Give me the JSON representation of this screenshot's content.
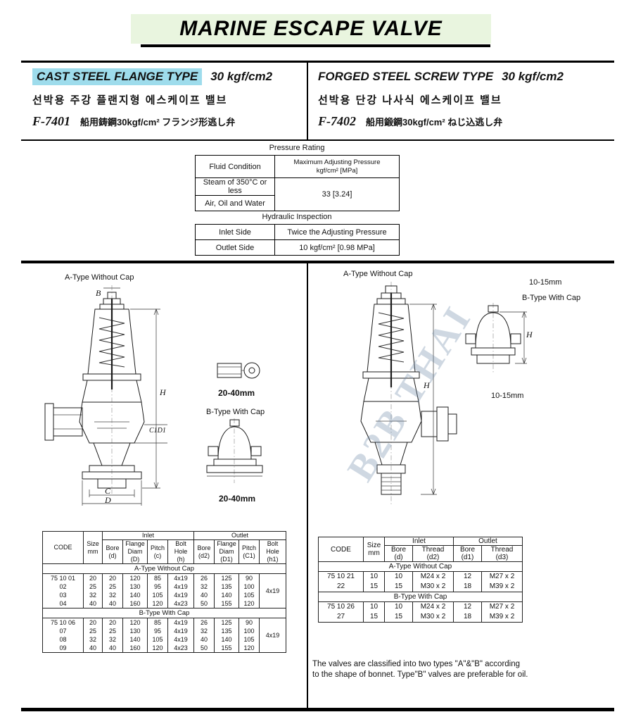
{
  "page": {
    "title": "MARINE ESCAPE VALVE",
    "watermark": "B2B THAI",
    "note_line1": "The valves are classified into two types \"A\"&\"B\" according",
    "note_line2": "to the shape of bonnet.  Type\"B\" valves are preferable for oil.",
    "colors": {
      "title_bg": "#e9f5df",
      "type_highlight": "#9edcec"
    }
  },
  "products": {
    "left": {
      "type_label": "CAST STEEL FLANGE TYPE",
      "pressure": "30 kgf/cm2",
      "korean": "선박용 주강 플랜지형 에스케이프 밸브",
      "model": "F-7401",
      "description": "船用鋳鋼30kgf/cm² フランジ形逃し弁"
    },
    "right": {
      "type_label": "FORGED STEEL SCREW TYPE",
      "pressure": "30 kgf/cm2",
      "korean": "선박용 단강 나사식 에스케이프 밸브",
      "model": "F-7402",
      "description": "船用鍛鋼30kgf/cm² ねじ込逃し弁"
    }
  },
  "pressure_rating": {
    "title": "Pressure Rating",
    "fluid_condition": "Fluid Condition",
    "max_pressure_line1": "Maximum Adjusting Pressure",
    "max_pressure_line2": "kgf/cm² [MPa]",
    "row_steam": "Steam of 350°C or less",
    "row_air": "Air, Oil and Water",
    "value": "33 [3.24]"
  },
  "hydraulic_inspection": {
    "title": "Hydraulic Inspection",
    "inlet_label": "Inlet Side",
    "inlet_value": "Twice the Adjusting Pressure",
    "outlet_label": "Outlet Side",
    "outlet_value": "10 kgf/cm² [0.98 MPa]"
  },
  "diagrams": {
    "left": {
      "a_type_label": "A-Type Without Cap",
      "a_size": "20-40mm",
      "b_type_label": "B-Type With Cap",
      "b_size": "20-40mm",
      "dim_b": "B",
      "dim_h": "H",
      "dim_c1d1": "C1D1",
      "dim_c": "C",
      "dim_d": "D"
    },
    "right": {
      "a_type_label": "A-Type Without Cap",
      "size_top": "10-15mm",
      "b_type_label": "B-Type With Cap",
      "size_bottom": "10-15mm",
      "dim_h_main": "H",
      "dim_h_cap": "H"
    }
  },
  "flange_table": {
    "headers": {
      "code": "CODE",
      "size": "Size\nmm",
      "inlet": "Inlet",
      "outlet": "Outlet",
      "cols": [
        "Bore\n(d)",
        "Flange\nDiam\n(D)",
        "Pitch\n(c)",
        "Bolt\nHole\n(h)",
        "Bore\n(d2)",
        "Flange\nDiam\n(D1)",
        "Pitch\n(C1)",
        "Bolt\nHole\n(h1)"
      ]
    },
    "groups": [
      {
        "section": "A-Type Without Cap",
        "codes": [
          "75 10 01",
          "02",
          "03",
          "04"
        ],
        "rows": [
          [
            "20",
            "20",
            "120",
            "85",
            "4x19",
            "26",
            "125",
            "90"
          ],
          [
            "25",
            "25",
            "130",
            "95",
            "4x19",
            "32",
            "135",
            "100"
          ],
          [
            "32",
            "32",
            "140",
            "105",
            "4x19",
            "40",
            "140",
            "105"
          ],
          [
            "40",
            "40",
            "160",
            "120",
            "4x23",
            "50",
            "155",
            "120"
          ]
        ],
        "bolt_hole_h1": "4x19"
      },
      {
        "section": "B-Type With Cap",
        "codes": [
          "75 10 06",
          "07",
          "08",
          "09"
        ],
        "rows": [
          [
            "20",
            "20",
            "120",
            "85",
            "4x19",
            "26",
            "125",
            "90"
          ],
          [
            "25",
            "25",
            "130",
            "95",
            "4x19",
            "32",
            "135",
            "100"
          ],
          [
            "32",
            "32",
            "140",
            "105",
            "4x19",
            "40",
            "140",
            "105"
          ],
          [
            "40",
            "40",
            "160",
            "120",
            "4x23",
            "50",
            "155",
            "120"
          ]
        ],
        "bolt_hole_h1": "4x19"
      }
    ]
  },
  "screw_table": {
    "headers": {
      "code": "CODE",
      "size": "Size\nmm",
      "inlet": "Inlet",
      "outlet": "Outlet",
      "cols": [
        "Bore\n(d)",
        "Thread\n(d2)",
        "Bore\n(d1)",
        "Thread\n(d3)"
      ]
    },
    "groups": [
      {
        "section": "A-Type Without Cap",
        "codes": [
          "75 10 21",
          "22"
        ],
        "rows": [
          [
            "10",
            "10",
            "M24 x 2",
            "12",
            "M27 x 2"
          ],
          [
            "15",
            "15",
            "M30 x 2",
            "18",
            "M39 x 2"
          ]
        ]
      },
      {
        "section": "B-Type With Cap",
        "codes": [
          "75 10 26",
          "27"
        ],
        "rows": [
          [
            "10",
            "10",
            "M24 x 2",
            "12",
            "M27 x 2"
          ],
          [
            "15",
            "15",
            "M30 x 2",
            "18",
            "M39 x 2"
          ]
        ]
      }
    ]
  }
}
